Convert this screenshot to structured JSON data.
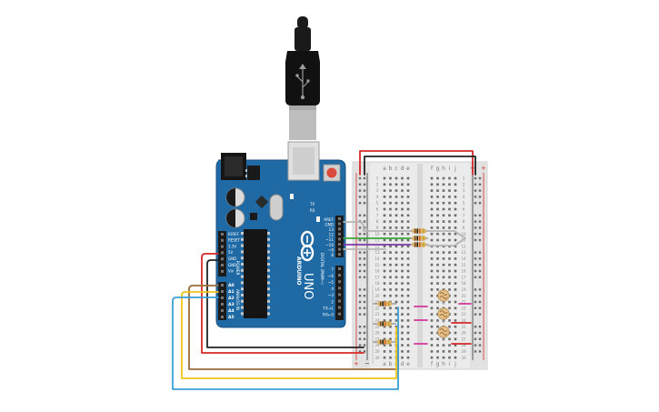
{
  "arduino": {
    "brand": "ARDUINO",
    "model": "UNO",
    "digital_label": "DIGITAL (PWM~)",
    "power_label": "POWER",
    "analog_label": "ANALOG IN",
    "tx_label": "TX",
    "rx_label": "RX",
    "digital_pins": [
      "AREF",
      "GND",
      "13",
      "12",
      "~11",
      "~10",
      "~9",
      "8",
      "7",
      "~6",
      "~5",
      "4",
      "~3",
      "2",
      "TX→1",
      "RX←0"
    ],
    "power_pins": [
      "IOREF",
      "RESET",
      "3.3V",
      "5V",
      "GND",
      "GND",
      "Vin"
    ],
    "analog_pins": [
      "A0",
      "A1",
      "A2",
      "A3",
      "A4",
      "A5"
    ]
  },
  "breadboard": {
    "columns_left": [
      "a",
      "b",
      "c",
      "d",
      "e"
    ],
    "columns_right": [
      "f",
      "g",
      "h",
      "i",
      "j"
    ],
    "rows": [
      "1",
      "2",
      "3",
      "4",
      "5",
      "6",
      "7",
      "8",
      "9",
      "10",
      "11",
      "12",
      "13",
      "14",
      "15",
      "16",
      "17",
      "18",
      "19",
      "20",
      "21",
      "22",
      "23",
      "24",
      "25",
      "26",
      "27",
      "28",
      "29",
      "30"
    ],
    "rail_plus": "+",
    "rail_minus": "−"
  },
  "colors": {
    "board": "#1f6aa5",
    "board_dark": "#175384",
    "breadboard": "#e9e9e9",
    "wire_red": "#d62828",
    "wire_black": "#222222",
    "wire_green": "#3ca63c",
    "wire_purple": "#7d3aa6",
    "wire_gray": "#b5b5b5",
    "wire_brown": "#9b6b3a",
    "wire_yellow": "#f0c419",
    "wire_blue": "#3a9fd6",
    "wire_magenta": "#d6339b",
    "resistor_body": "#d9b46b",
    "photoresistor": "#e7c089"
  }
}
